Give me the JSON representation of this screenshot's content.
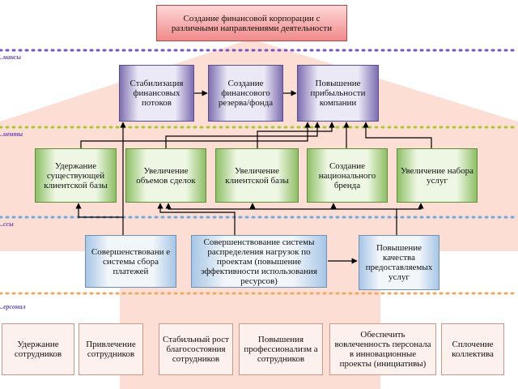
{
  "goal": "Создание финансовой корпорации с различными направлениями деятельности",
  "perspective_labels": [
    "...нансы",
    "...иенты",
    "...ссы",
    "...ерсонал"
  ],
  "finance": [
    "Стабилизация финансовых потоков",
    "Создание финансового резерва/фонда",
    "Повышение прибыльности компании"
  ],
  "clients": [
    "Удержание существующей клиентской базы",
    "Увеличение объемов сделок",
    "Увеличение клиентской базы",
    "Создание национального бренда",
    "Увеличение набора услуг"
  ],
  "processes": [
    "Совершенствовани е системы сбора платежей",
    "Совершенствование системы распределения нагрузок по проектам (повышение эффективности использования ресурсов)",
    "Повышение качества предоставляемых услуг"
  ],
  "staff": [
    "Удержание сотрудников",
    "Привлечение сотрудников",
    "Стабильный рост благосостояния сотрудников",
    "Повышения профессионализм а сотрудников",
    "Обеспечить вовлеченность персонала в инновационные проекты (инициативы)",
    "Сплочение коллектива"
  ],
  "colors": {
    "background_shape": "#fcd8cc",
    "goal_fill": "#f08a8a",
    "finance_fill": "#7d6fb0",
    "clients_fill": "#8fbf67",
    "processes_fill": "#a7c6e6",
    "divider_purple": "#7b55c8",
    "divider_green": "#a8c83a",
    "divider_blue": "#6fa8dc",
    "divider_orange": "#f0a860"
  }
}
